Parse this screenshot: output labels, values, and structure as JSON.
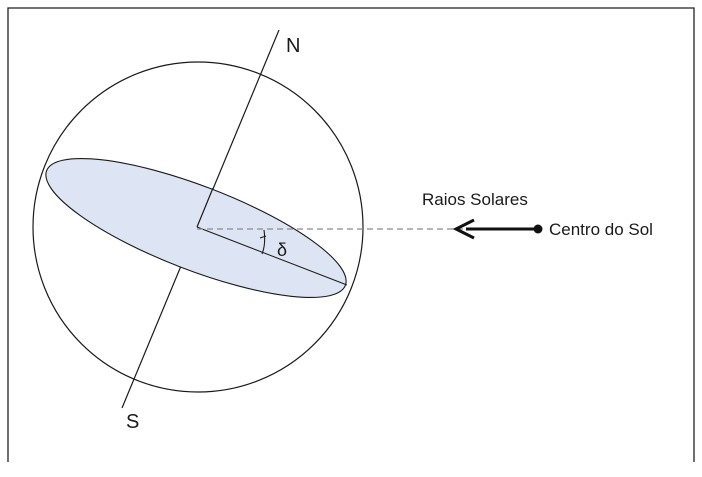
{
  "labels": {
    "north": "N",
    "south": "S",
    "delta": "δ",
    "sun_rays": "Raios Solares",
    "sun_center": "Centro do Sol"
  },
  "colors": {
    "stroke": "#1a1a1a",
    "equatorial_plane_fill": "#dde4f3",
    "dashed_line": "#8a8a8a",
    "frame": "#222222"
  }
}
